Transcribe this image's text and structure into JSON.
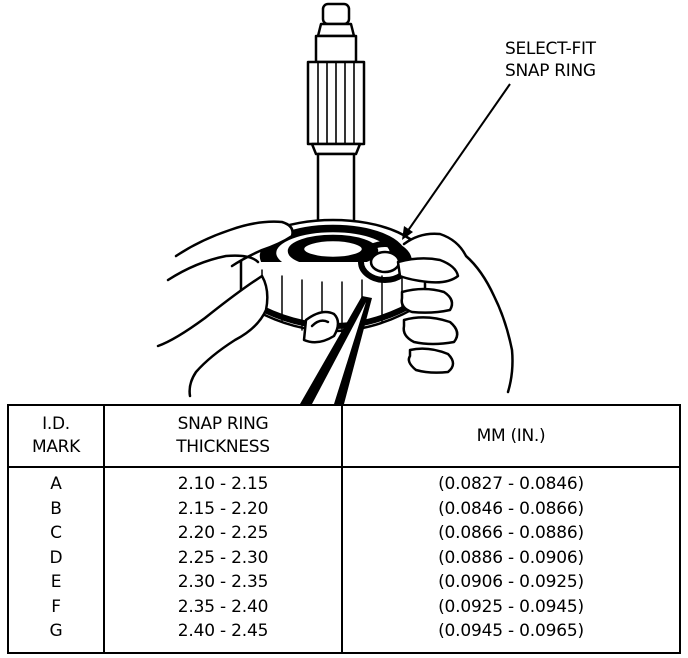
{
  "callout": {
    "line1": "SELECT-FIT",
    "line2": "SNAP RING"
  },
  "table": {
    "headers": {
      "id_line1": "I.D.",
      "id_line2": "MARK",
      "thickness_line1": "SNAP RING",
      "thickness_line2": "THICKNESS",
      "inches": "MM (IN.)"
    },
    "rows": [
      {
        "mark": "A",
        "thickness": "2.10 - 2.15",
        "inches": "(0.0827 - 0.0846)"
      },
      {
        "mark": "B",
        "thickness": "2.15 - 2.20",
        "inches": "(0.0846 - 0.0866)"
      },
      {
        "mark": "C",
        "thickness": "2.20 - 2.25",
        "inches": "(0.0866 - 0.0886)"
      },
      {
        "mark": "D",
        "thickness": "2.25 - 2.30",
        "inches": "(0.0886 - 0.0906)"
      },
      {
        "mark": "E",
        "thickness": "2.30 - 2.35",
        "inches": "(0.0906 - 0.0925)"
      },
      {
        "mark": "F",
        "thickness": "2.35 - 2.40",
        "inches": "(0.0925 - 0.0945)"
      },
      {
        "mark": "G",
        "thickness": "2.40 - 2.45",
        "inches": "(0.0945 - 0.0965)"
      }
    ]
  }
}
